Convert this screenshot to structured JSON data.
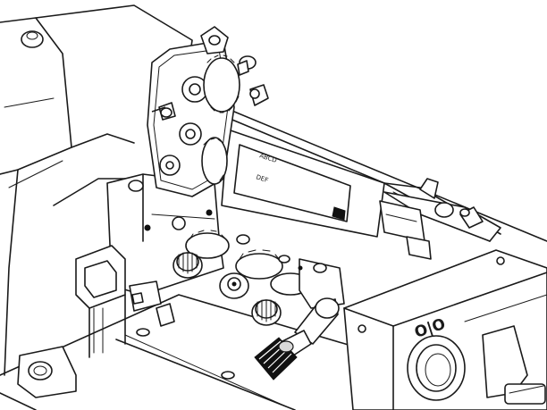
{
  "panel_symbol": "O|O",
  "display_text_line1": "ABCD",
  "display_text_line2": "DEF"
}
